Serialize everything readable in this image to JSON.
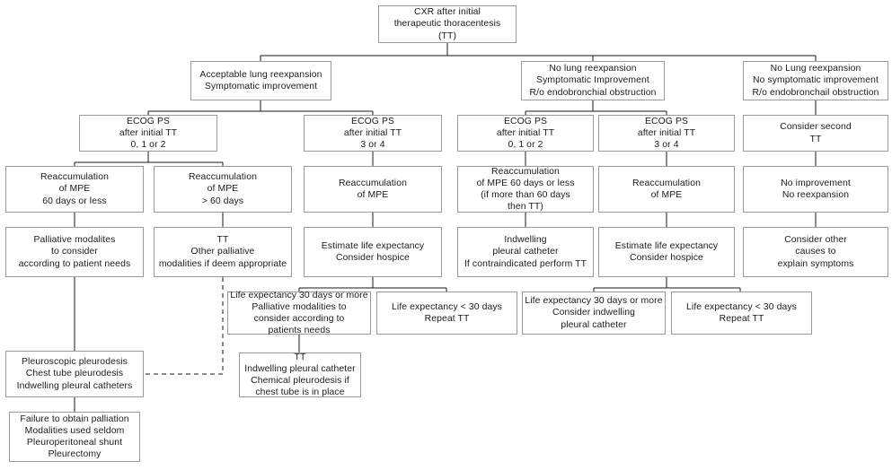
{
  "figure": {
    "type": "flowchart",
    "title": "Management algorithm after initial therapeutic thoracentesis for malignant pleural effusion",
    "background_color": "#ffffff",
    "box_border_color": "#9a9a9a",
    "connector_color": "#1a1a1a",
    "text_color": "#1a1a1a"
  },
  "nodes": {
    "root": "CXR after initial\ntherapeutic thoracentesis\n(TT)",
    "branch_a": "Acceptable lung reexpansion\nSymptomatic improvement",
    "branch_b": "No lung reexpansion\nSymptomatic Improvement\nR/o endobronchial obstruction",
    "branch_c": "No Lung reexpansion\nNo symptomatic improvement\nR/o endobronchail obstruction",
    "ecog_a1": "ECOG PS\nafter initial TT\n0, 1 or 2",
    "ecog_a2": "ECOG PS\nafter initial TT\n3 or 4",
    "ecog_b1": "ECOG PS\nafter initial TT\n0, 1 or 2",
    "ecog_b2": "ECOG PS\nafter initial TT\n3 or 4",
    "consider_second_tt": "Consider second\nTT",
    "reacc_a1a": "Reaccumulation\nof MPE\n60 days or less",
    "reacc_a1b": "Reaccumulation\nof MPE\n> 60 days",
    "reacc_a2": "Reaccumulation\nof MPE",
    "reacc_b1": "Reaccumulation\nof MPE 60 days or less\n(if more than 60 days\nthen TT)",
    "reacc_b2": "Reaccumulation\nof MPE",
    "no_improvement": "No improvement\nNo reexpansion",
    "palliative_modalities": "Palliative modalites\nto consider\naccording to patient needs",
    "tt_other_palliative": "TT\nOther palliative\nmodalities if deem appropriate",
    "estimate_life_left": "Estimate life expectancy\nConsider hospice",
    "indwelling_catheter": "Indwelling\npleural catheter\nIf contraindicated perform TT",
    "estimate_life_right": "Estimate life expectancy\nConsider hospice",
    "consider_other_causes": "Consider other\ncauses to\nexplain symptoms",
    "life_30_more_left": "Life expectancy 30 days or more\nPalliative modalities to\nconsider according to\npatients needs",
    "life_30_less_left": "Life expectancy < 30 days\nRepeat TT",
    "life_30_more_right": "Life expectancy 30 days or more\nConsider indwelling\npleural catheter",
    "life_30_less_right": "Life expectancy < 30 days\nRepeat TT",
    "pleuroscopic": "Pleuroscopic pleurodesis\nChest tube pleurodesis\nIndwelling pleural catheters",
    "tt_indwelling": "TT\nIndwelling pleural catheter\nChemical pleurodesis if\nchest tube is in place",
    "failure": "Failure to obtain palliation\nModalities used seldom\nPleuroperitoneal shunt\nPleurectomy"
  }
}
